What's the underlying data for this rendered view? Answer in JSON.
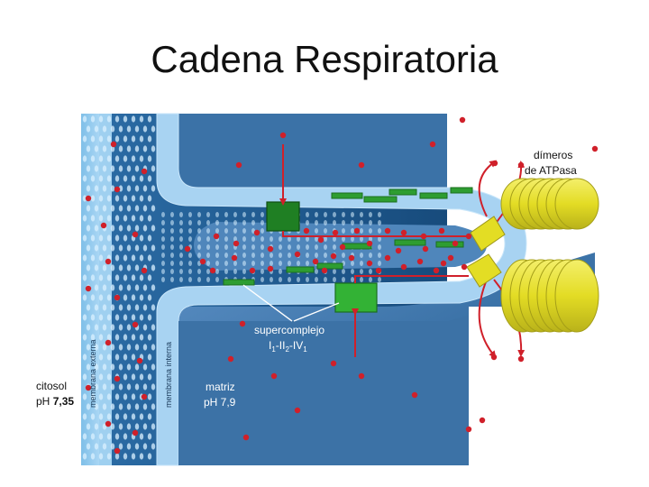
{
  "title": "Cadena Respiratoria",
  "labels": {
    "membrana_externa": "membrana externa",
    "membrana_interna": "membrana interna",
    "citosol": "citosol",
    "citosol_ph_prefix": "pH ",
    "citosol_ph_value": "7,35",
    "matriz": "matriz",
    "matriz_ph": "pH 7,9",
    "supercomplejo": "supercomplejo",
    "supercomplejo_formula": "I1-II2-IV1",
    "formula_parts": {
      "I": "I",
      "I_sub": "1",
      "sep1": "-II",
      "II_sub": "2",
      "sep2": "-IV",
      "IV_sub": "1"
    },
    "dimeros": "dímeros",
    "de_atpasa": "de ATPasa"
  },
  "colors": {
    "outer_membrane": "#8fc7ea",
    "intermembrane_space": "#1f5d92",
    "inner_membrane": "#a8d3f2",
    "matrix": "#3e78ad",
    "proton": "#d0202a",
    "complex": "#2e9d31",
    "atpase": "#e3dd24"
  }
}
